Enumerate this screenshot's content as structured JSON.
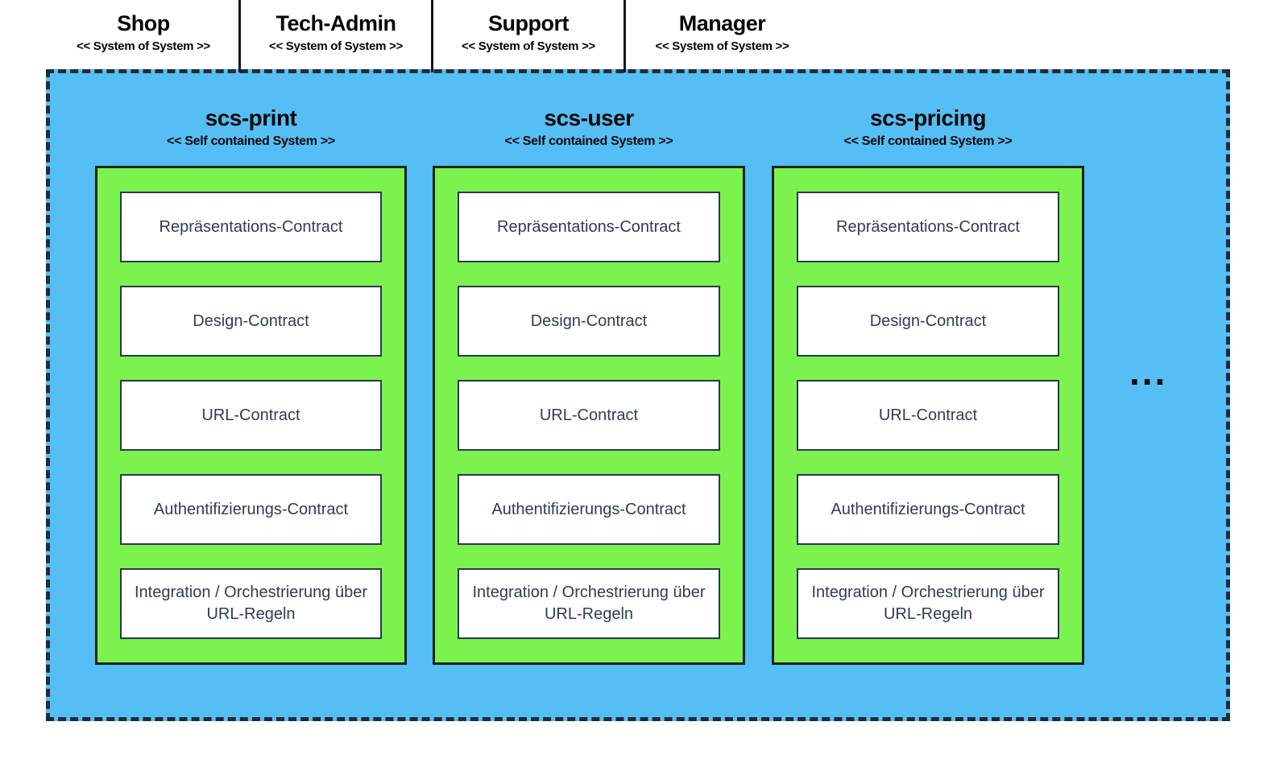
{
  "colors": {
    "container_fill": "#55BFF5",
    "scs_fill": "#7BF24E",
    "dash_border": "#202c36",
    "contract_text": "#2e3d54"
  },
  "tabs": [
    {
      "label": "Shop",
      "stereotype": "<< System of System >>"
    },
    {
      "label": "Tech-Admin",
      "stereotype": "<< System of System >>"
    },
    {
      "label": "Support",
      "stereotype": "<< System of System >>"
    },
    {
      "label": "Manager",
      "stereotype": "<< System of System >>"
    }
  ],
  "container": {
    "columns": [
      {
        "title": "scs-print",
        "stereotype": "<< Self contained System >>",
        "contracts": [
          "Repräsentations-Contract",
          "Design-Contract",
          "URL-Contract",
          "Authentifizierungs-Contract",
          "Integration / Orchestrierung über URL-Regeln"
        ]
      },
      {
        "title": "scs-user",
        "stereotype": "<< Self contained System >>",
        "contracts": [
          "Repräsentations-Contract",
          "Design-Contract",
          "URL-Contract",
          "Authentifizierungs-Contract",
          "Integration / Orchestrierung über URL-Regeln"
        ]
      },
      {
        "title": "scs-pricing",
        "stereotype": "<< Self contained System >>",
        "contracts": [
          "Repräsentations-Contract",
          "Design-Contract",
          "URL-Contract",
          "Authentifizierungs-Contract",
          "Integration / Orchestrierung über URL-Regeln"
        ]
      }
    ],
    "ellipsis": "..."
  }
}
